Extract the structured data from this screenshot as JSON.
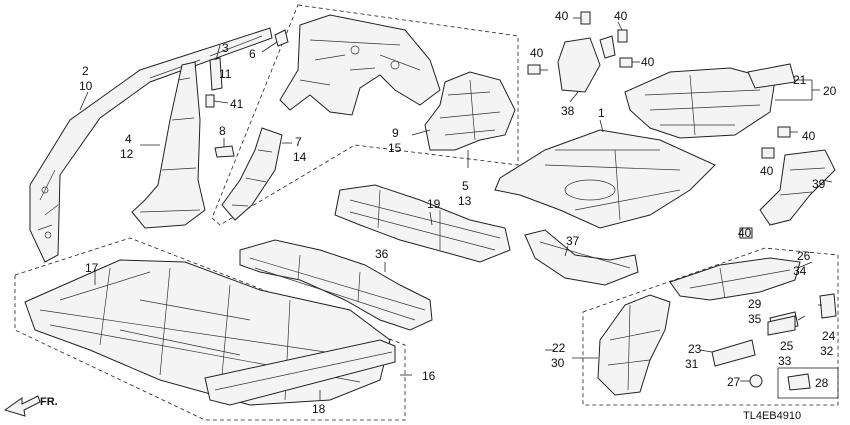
{
  "diagram_code": "TL4EB4910",
  "direction_label": "FR.",
  "callouts": {
    "c1": "1",
    "c2": "2",
    "c3": "3",
    "c4": "4",
    "c5": "5",
    "c6": "6",
    "c7": "7",
    "c8": "8",
    "c9": "9",
    "c10": "10",
    "c11": "11",
    "c12": "12",
    "c13": "13",
    "c14": "14",
    "c15": "15",
    "c16": "16",
    "c17": "17",
    "c18": "18",
    "c19": "19",
    "c20": "20",
    "c21": "21",
    "c22": "22",
    "c23": "23",
    "c24": "24",
    "c25": "25",
    "c26": "26",
    "c27": "27",
    "c28": "28",
    "c29": "29",
    "c30": "30",
    "c31": "31",
    "c32": "32",
    "c33": "33",
    "c34": "34",
    "c35": "35",
    "c36": "36",
    "c37": "37",
    "c38": "38",
    "c39": "39",
    "c40": "40",
    "c41": "41"
  }
}
